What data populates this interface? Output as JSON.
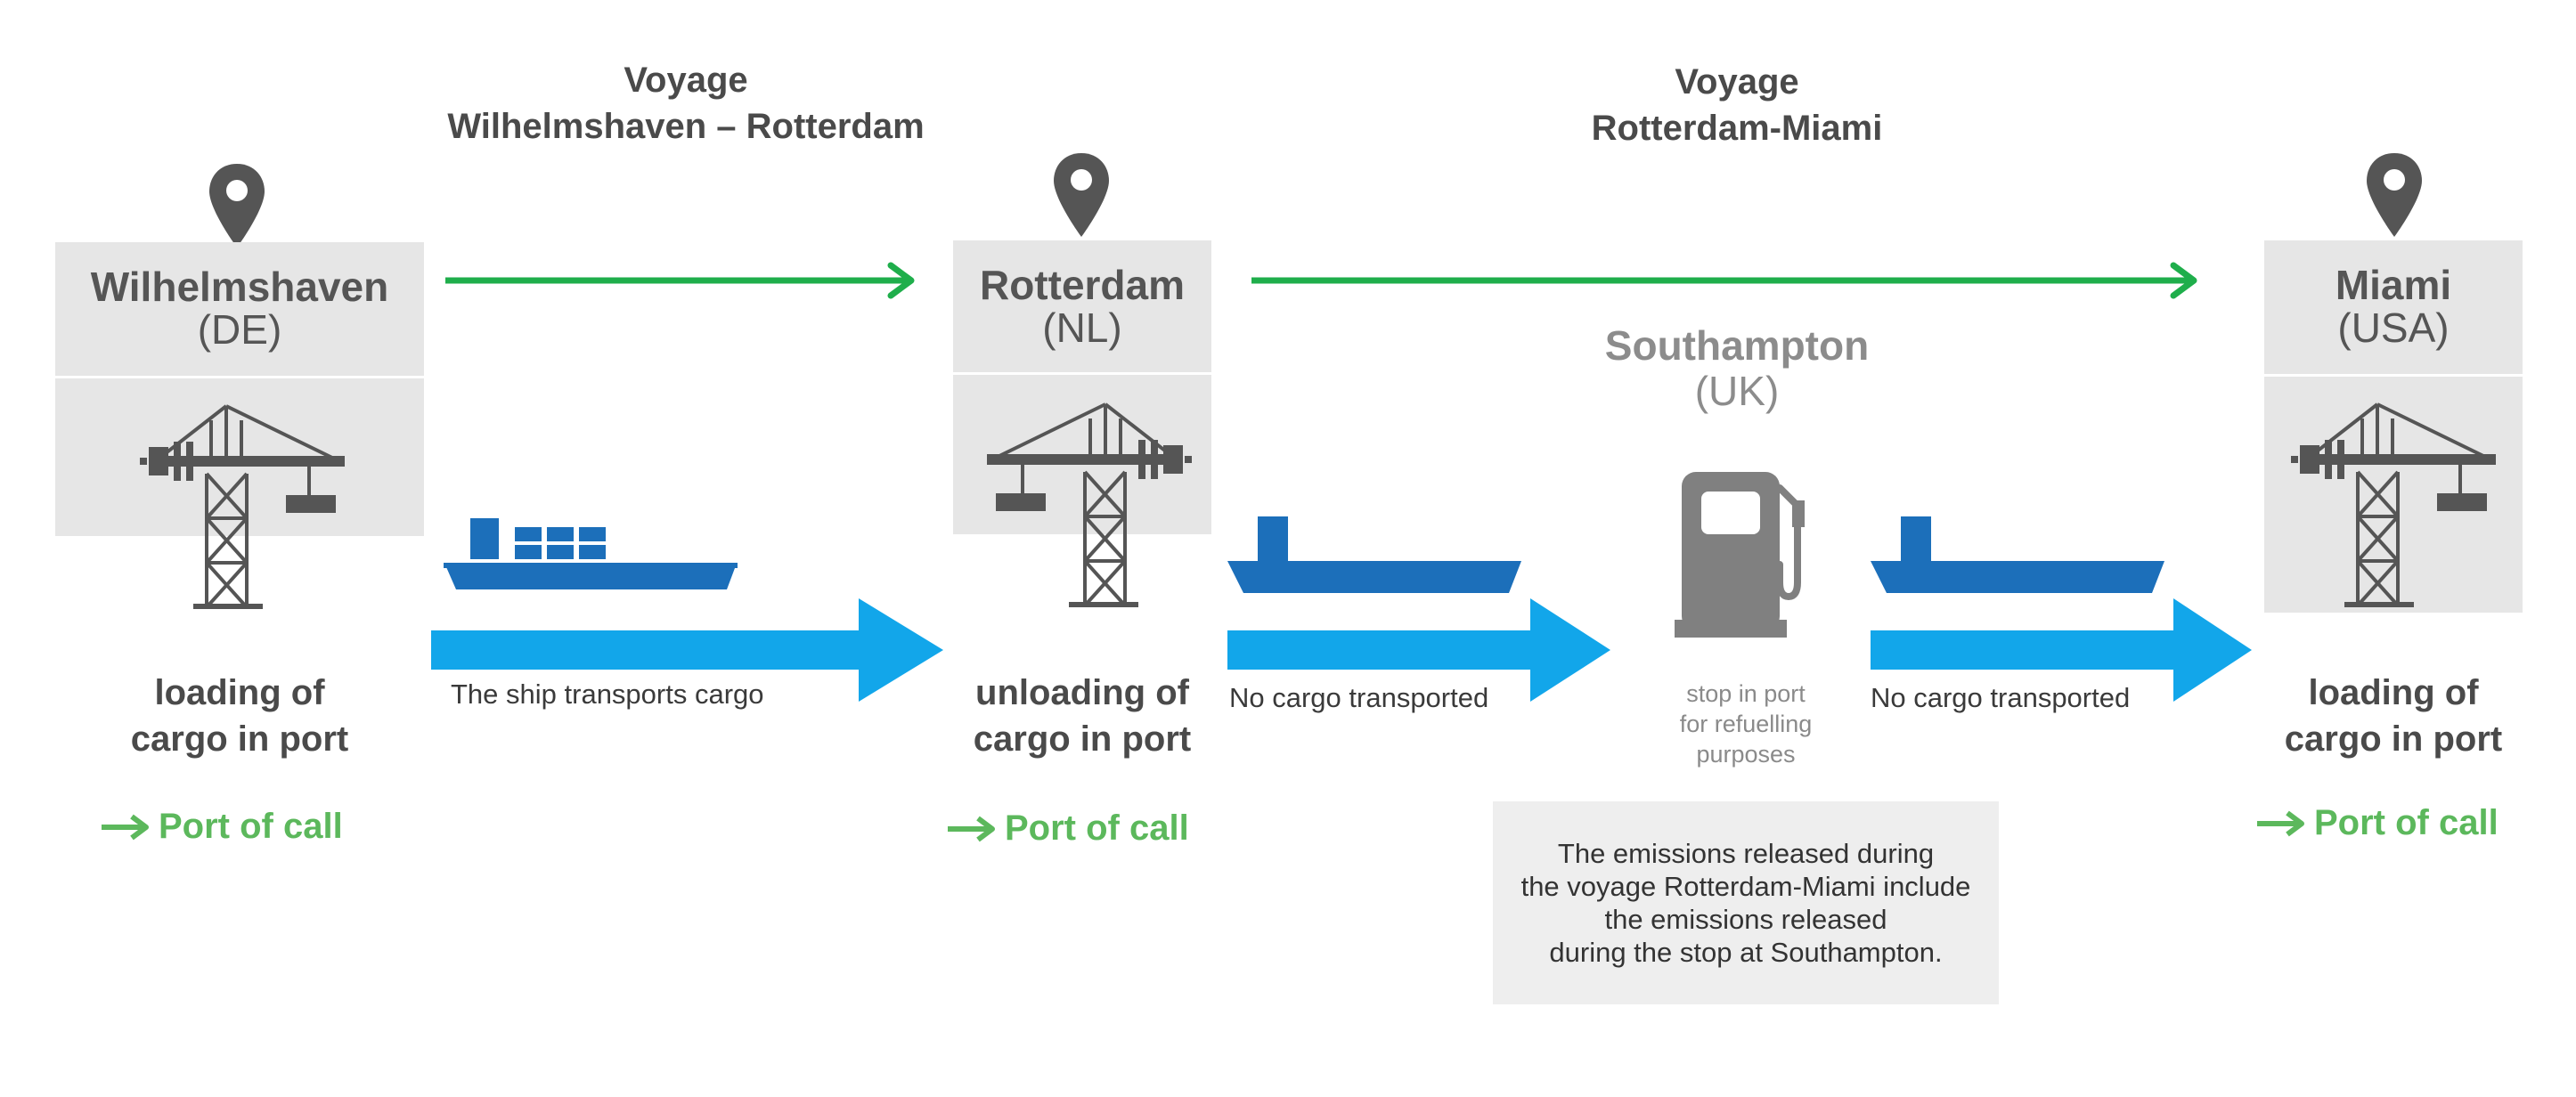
{
  "voyages": [
    {
      "heading": "Voyage",
      "route": "Wilhelmshaven – Rotterdam"
    },
    {
      "heading": "Voyage",
      "route": "Rotterdam-Miami"
    }
  ],
  "ports": [
    {
      "name": "Wilhelmshaven",
      "country": "(DE)",
      "caption_line1": "loading of",
      "caption_line2": "cargo in port",
      "port_of_call": "Port of call"
    },
    {
      "name": "Rotterdam",
      "country": "(NL)",
      "caption_line1": "unloading of",
      "caption_line2": "cargo in port",
      "port_of_call": "Port of call"
    },
    {
      "name": "Miami",
      "country": "(USA)",
      "caption_line1": "loading of",
      "caption_line2": "cargo in port",
      "port_of_call": "Port of call"
    }
  ],
  "stopover": {
    "name": "Southampton",
    "country": "(UK)",
    "label_lines": [
      "stop in port",
      "for refuelling",
      "purposes"
    ]
  },
  "legs": [
    {
      "label": "The ship transports cargo"
    },
    {
      "label": "No cargo transported"
    },
    {
      "label": "No cargo transported"
    }
  ],
  "note": {
    "lines": [
      "The emissions released during",
      "the voyage Rotterdam-Miami include",
      "the emissions released",
      "during the stop at Southampton."
    ]
  },
  "colors": {
    "green": "#1fae4b",
    "port_of_call": "#5cb85c",
    "ship_blue": "#1c6fba",
    "arrow_blue": "#12a6ea",
    "icon_grey": "#555555"
  },
  "icons": [
    "location-pin-icon",
    "port-crane-icon",
    "container-ship-icon",
    "empty-ship-icon",
    "fuel-pump-icon",
    "arrow-right-icon"
  ]
}
